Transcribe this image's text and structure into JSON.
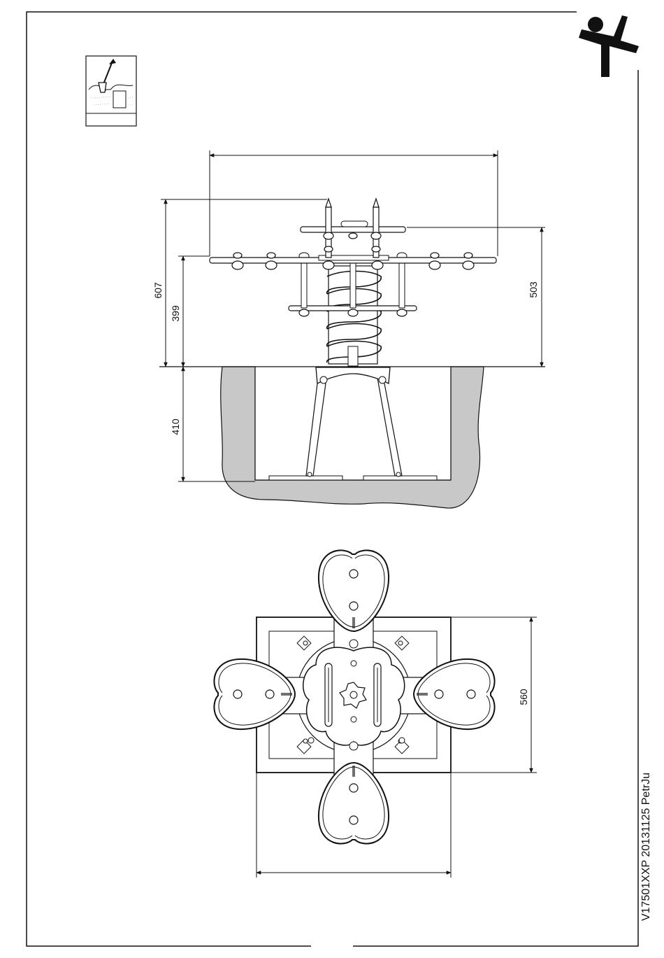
{
  "drawing": {
    "reference": "V17501XXP 20131125 PetrJu",
    "logo": "kompan-figure-logo",
    "dig_icon": "shovel-digging-icon"
  },
  "side_view": {
    "dimensions": {
      "total_height": "607",
      "seat_height": "399",
      "upper_height": "503",
      "foundation_depth": "410"
    }
  },
  "top_view": {
    "dimensions": {
      "width": "560"
    }
  },
  "colors": {
    "line": "#1a1a1a",
    "soil": "#c8c8c8"
  }
}
